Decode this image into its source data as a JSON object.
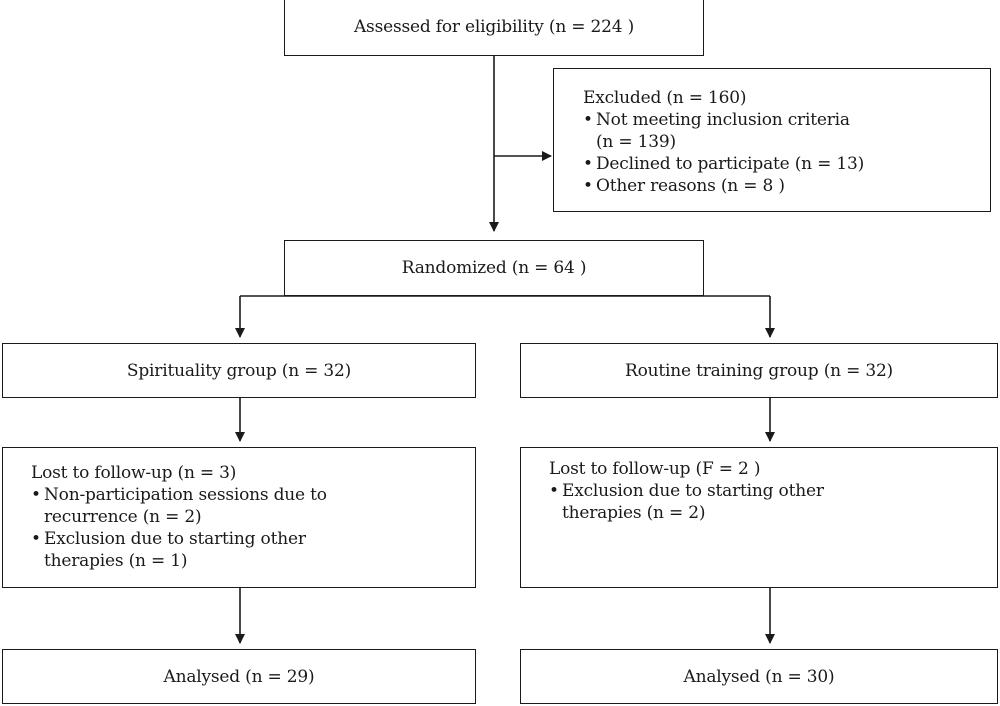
{
  "assessed": {
    "label": "Assessed for eligibility (n = 224 )"
  },
  "excluded": {
    "title": "Excluded (n = 160)",
    "items": [
      {
        "label": "Not meeting inclusion criteria\n(n = 139)"
      },
      {
        "label": "Declined to participate (n = 13)"
      },
      {
        "label": "Other reasons (n = 8 )"
      }
    ]
  },
  "randomized": {
    "label": "Randomized (n = 64 )"
  },
  "spirituality": {
    "group_label": "Spirituality group (n = 32)",
    "lost_title": "Lost to follow-up (n = 3)",
    "lost_items": [
      {
        "label": "Non-participation sessions due to\nrecurrence (n = 2)"
      },
      {
        "label": "Exclusion due to starting other\ntherapies (n = 1)"
      }
    ],
    "analysed_label": "Analysed (n = 29)"
  },
  "routine": {
    "group_label": "Routine training group (n = 32)",
    "lost_title": "Lost to follow-up (F = 2 )",
    "lost_items": [
      {
        "label": "Exclusion due to starting other\ntherapies (n = 2)"
      }
    ],
    "analysed_label": "Analysed (n = 30)"
  }
}
